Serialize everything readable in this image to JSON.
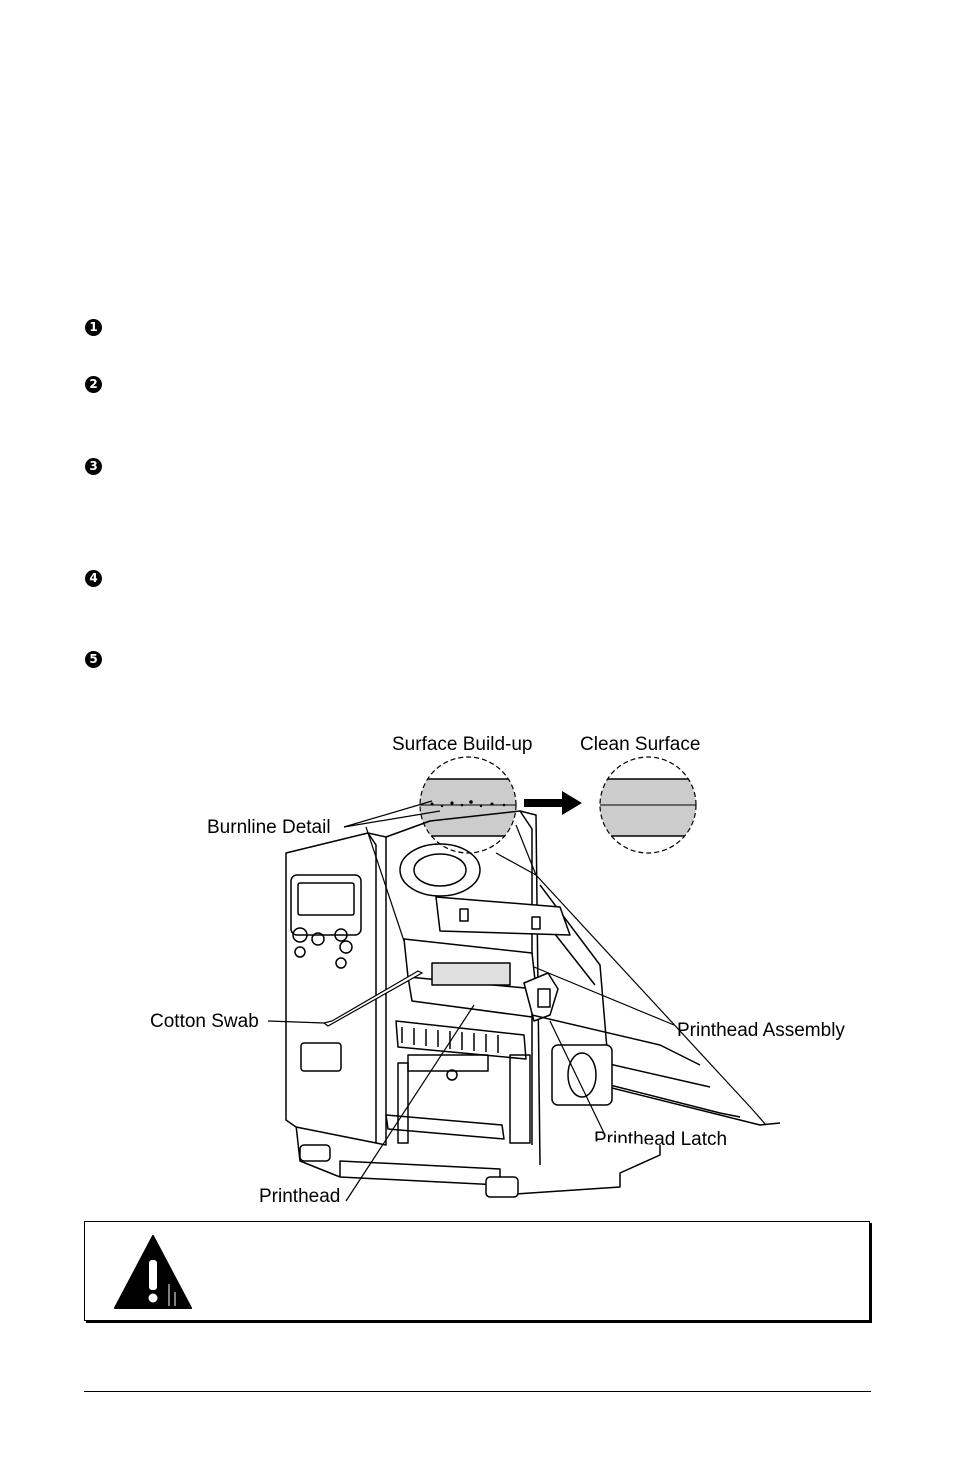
{
  "steps": [
    {
      "marker": "1"
    },
    {
      "marker": "2"
    },
    {
      "marker": "3"
    },
    {
      "marker": "4"
    },
    {
      "marker": "5"
    }
  ],
  "figure": {
    "labels": {
      "surface_buildup": "Surface Build-up",
      "clean_surface": "Clean Surface",
      "burnline_detail": "Burnline Detail",
      "cotton_swab": "Cotton Swab",
      "printhead_assembly": "Printhead Assembly",
      "printhead_latch": "Printhead Latch",
      "printhead": "Printhead"
    }
  },
  "caution": {
    "icon": "warning-triangle-icon"
  },
  "colors": {
    "detail_fill": "#cccccc",
    "line": "#000000"
  }
}
